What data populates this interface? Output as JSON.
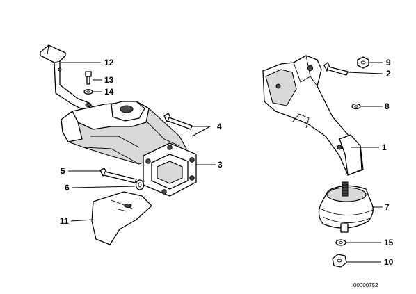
{
  "callouts": [
    {
      "id": "c1",
      "label": "1"
    },
    {
      "id": "c2",
      "label": "2"
    },
    {
      "id": "c3",
      "label": "3"
    },
    {
      "id": "c4",
      "label": "4"
    },
    {
      "id": "c5",
      "label": "5"
    },
    {
      "id": "c6",
      "label": "6"
    },
    {
      "id": "c7",
      "label": "7"
    },
    {
      "id": "c8",
      "label": "8"
    },
    {
      "id": "c9",
      "label": "9"
    },
    {
      "id": "c10",
      "label": "10"
    },
    {
      "id": "c11",
      "label": "11"
    },
    {
      "id": "c12",
      "label": "12"
    },
    {
      "id": "c13",
      "label": "13"
    },
    {
      "id": "c14",
      "label": "14"
    },
    {
      "id": "c15",
      "label": "15"
    }
  ],
  "reference_number": "00000752"
}
